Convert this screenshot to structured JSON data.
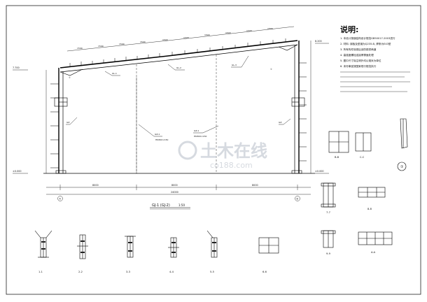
{
  "notes": {
    "title": "说明:",
    "lines": [
      "1. 本设计按钢结构设计规范GB50017-2003进行",
      "2. 材料: 钢板及型钢为Q235-B, 焊条为E43型",
      "3. 所有构件除锈后涂防锈漆两道",
      "4. 高强度螺栓连接摩擦面处理",
      "5. 图中尺寸除注明外均以毫米为单位",
      "6. 未尽事宜按国家现行规范执行"
    ]
  },
  "frame": {
    "title": "GJ-1 (GJ-2)",
    "scale": "1:50"
  },
  "detail_labels": [
    "1-1",
    "2-2",
    "3-3",
    "4-4",
    "5-5",
    "6-6",
    "7-7",
    "8-8",
    "9-9",
    "A-A",
    "B-B",
    "C-C"
  ],
  "watermark": {
    "cn": "土木在线",
    "en": "co188.com"
  }
}
